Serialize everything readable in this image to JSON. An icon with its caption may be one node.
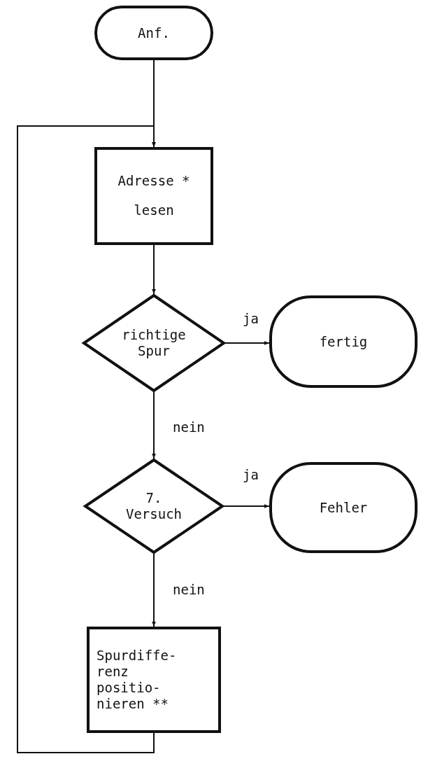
{
  "diagram": {
    "nodes": [
      {
        "text": [
          "Anf."
        ]
      },
      {
        "text": [
          "Adresse * lesen"
        ]
      },
      {
        "text": [
          "richtige Spur"
        ]
      },
      {
        "text": [
          "fertig"
        ]
      },
      {
        "text": [
          "7. Versuch"
        ]
      },
      {
        "text": [
          "Fehler"
        ]
      },
      {
        "text": [
          "Spurdiffe- renz positio- nieren **"
        ]
      }
    ],
    "edges": [
      {
        "from": 0,
        "to": 1,
        "arrow": "to"
      },
      {
        "from": 1,
        "to": 2,
        "arrow": "to"
      },
      {
        "from": 2,
        "to": 3,
        "arrow": "to",
        "label": "ja"
      },
      {
        "from": 2,
        "to": 4,
        "arrow": "to",
        "label": "nein"
      },
      {
        "from": 4,
        "to": 5,
        "arrow": "to",
        "label": "ja"
      },
      {
        "from": 4,
        "to": 6,
        "arrow": "to",
        "label": "nein"
      },
      {
        "from": 6,
        "to": 1,
        "arrow": "to"
      }
    ]
  }
}
